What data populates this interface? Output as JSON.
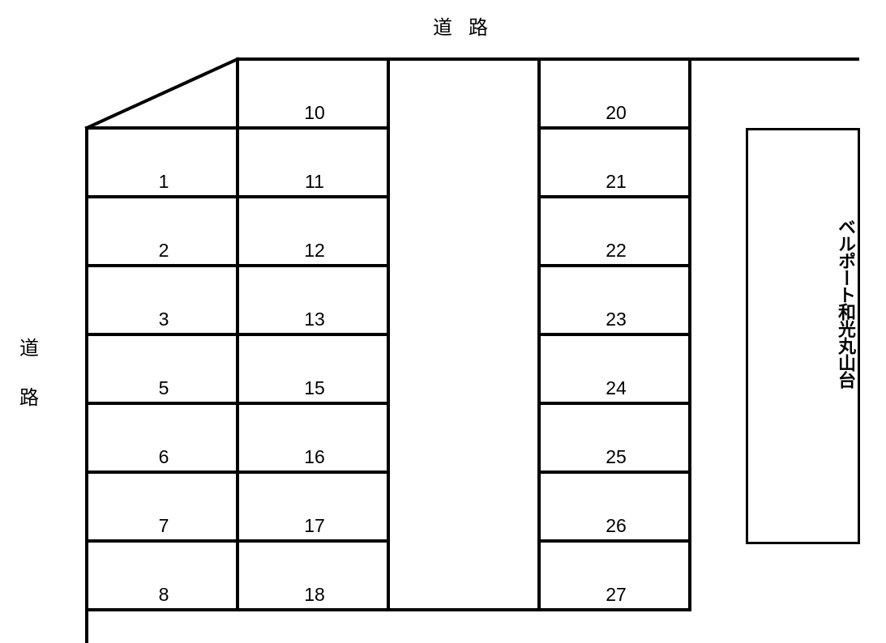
{
  "roads": {
    "top_label": [
      "道",
      "路"
    ],
    "left_label": [
      "道",
      "路"
    ]
  },
  "building": {
    "name": "ベルポート和光丸山台"
  },
  "lots": {
    "column1": [
      "1",
      "2",
      "3",
      "5",
      "6",
      "7",
      "8"
    ],
    "column2": [
      "10",
      "11",
      "12",
      "13",
      "15",
      "16",
      "17",
      "18"
    ],
    "column3": [
      "20",
      "21",
      "22",
      "23",
      "24",
      "25",
      "26",
      "27"
    ]
  },
  "colors": {
    "line": "#000000",
    "background": "#ffffff"
  }
}
